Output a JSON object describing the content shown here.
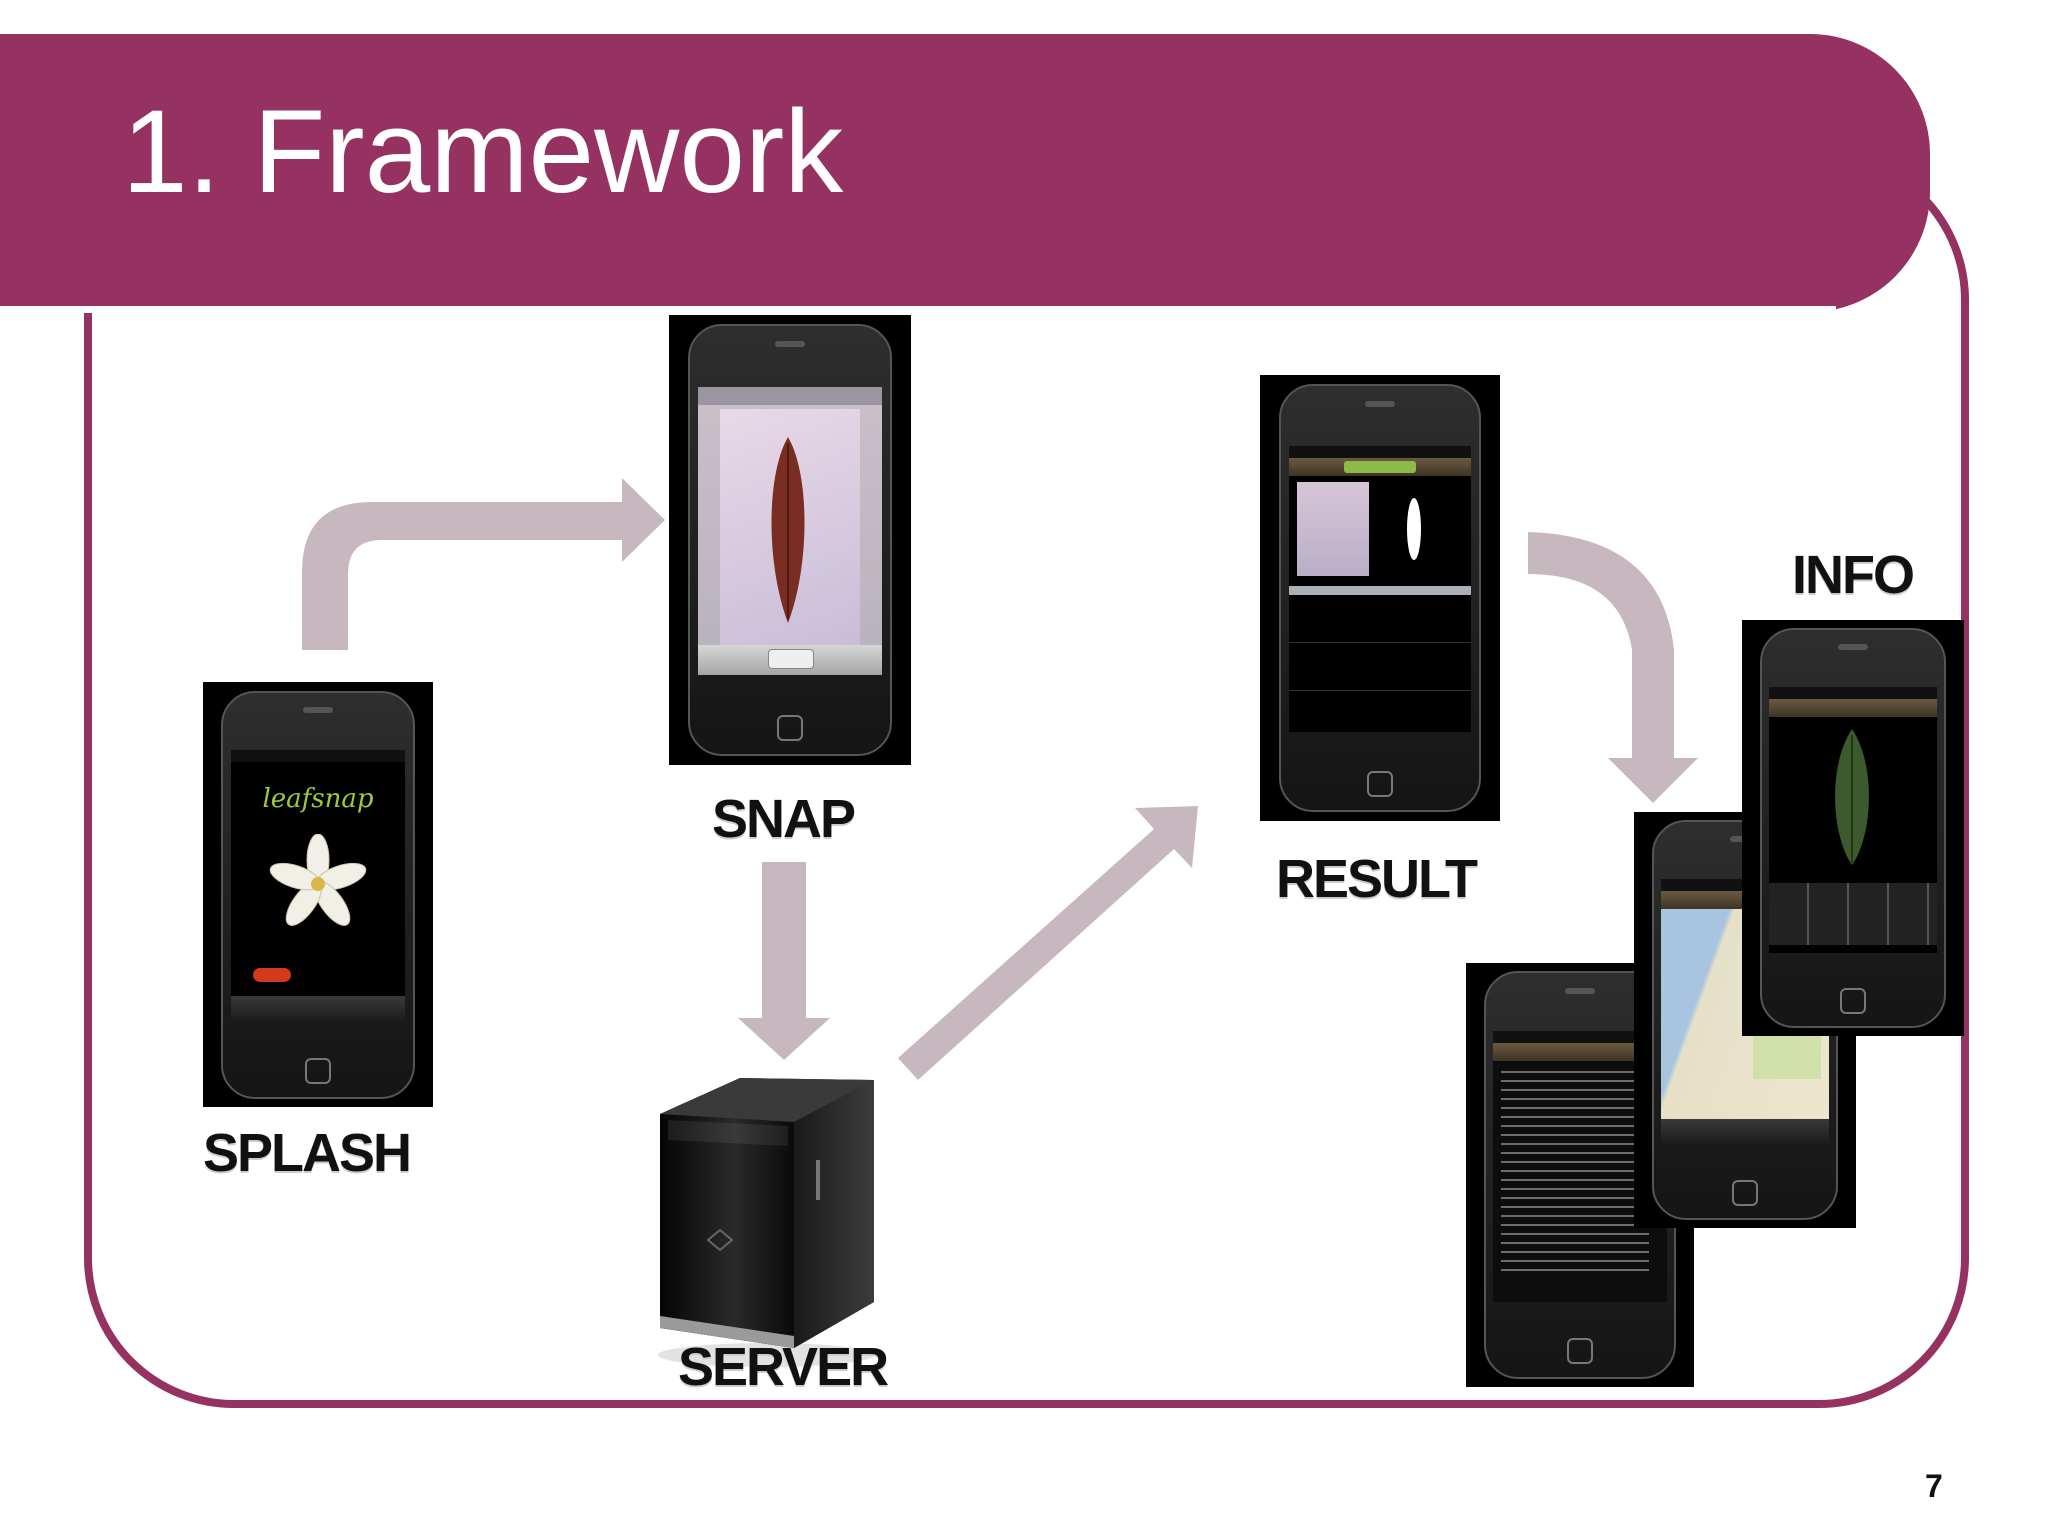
{
  "slide": {
    "title": "1. Framework",
    "page_number": "7"
  },
  "colors": {
    "accent": "#953262",
    "arrow": "#c7b8c0"
  },
  "nodes": {
    "splash": {
      "label": "SPLASH",
      "logo_text": "leafsnap"
    },
    "snap": {
      "label": "SNAP"
    },
    "server": {
      "label": "SERVER"
    },
    "result": {
      "label": "RESULT"
    },
    "info": {
      "label": "INFO"
    }
  },
  "edges": [
    {
      "from": "splash",
      "to": "snap"
    },
    {
      "from": "snap",
      "to": "server"
    },
    {
      "from": "server",
      "to": "result"
    },
    {
      "from": "result",
      "to": "info"
    }
  ]
}
